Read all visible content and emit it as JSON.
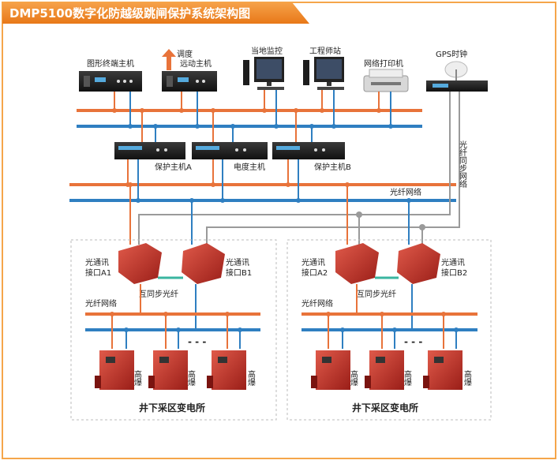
{
  "title": "DMP5100数字化防越级跳闸保护系统架构图",
  "labels": {
    "graphic_terminal": "图形终端主机",
    "dispatch": "调度",
    "telecontrol_host": "远动主机",
    "local_monitor": "当地监控",
    "engineer_station": "工程师站",
    "network_printer": "网络打印机",
    "gps_clock": "GPS时钟",
    "fiber_sync_network": "光纤同步网络",
    "protection_host_a": "保护主机A",
    "power_host": "电度主机",
    "protection_host_b": "保护主机B",
    "fiber_network_top": "光纤网络"
  },
  "substations": [
    {
      "comm_a": [
        "光通讯",
        "接口A1"
      ],
      "comm_b": [
        "光通讯",
        "接口B1"
      ],
      "sync_fiber": "互同步光纤",
      "fiber_network": "光纤网络",
      "explosion_proof": "高爆",
      "name": "井下采区变电所"
    },
    {
      "comm_a": [
        "光通讯",
        "接口A2"
      ],
      "comm_b": [
        "光通讯",
        "接口B2"
      ],
      "sync_fiber": "互同步光纤",
      "fiber_network": "光纤网络",
      "explosion_proof": "高爆",
      "name": "井下采区变电所"
    }
  ],
  "colors": {
    "bus_orange": "#e8733a",
    "bus_blue": "#2f7fc1",
    "fiber_gray": "#9a9a9a",
    "sync_teal": "#3ab5a0",
    "header_orange": "#f08a24",
    "frame_orange": "#f5a64a",
    "device_red": "#c8332b"
  }
}
